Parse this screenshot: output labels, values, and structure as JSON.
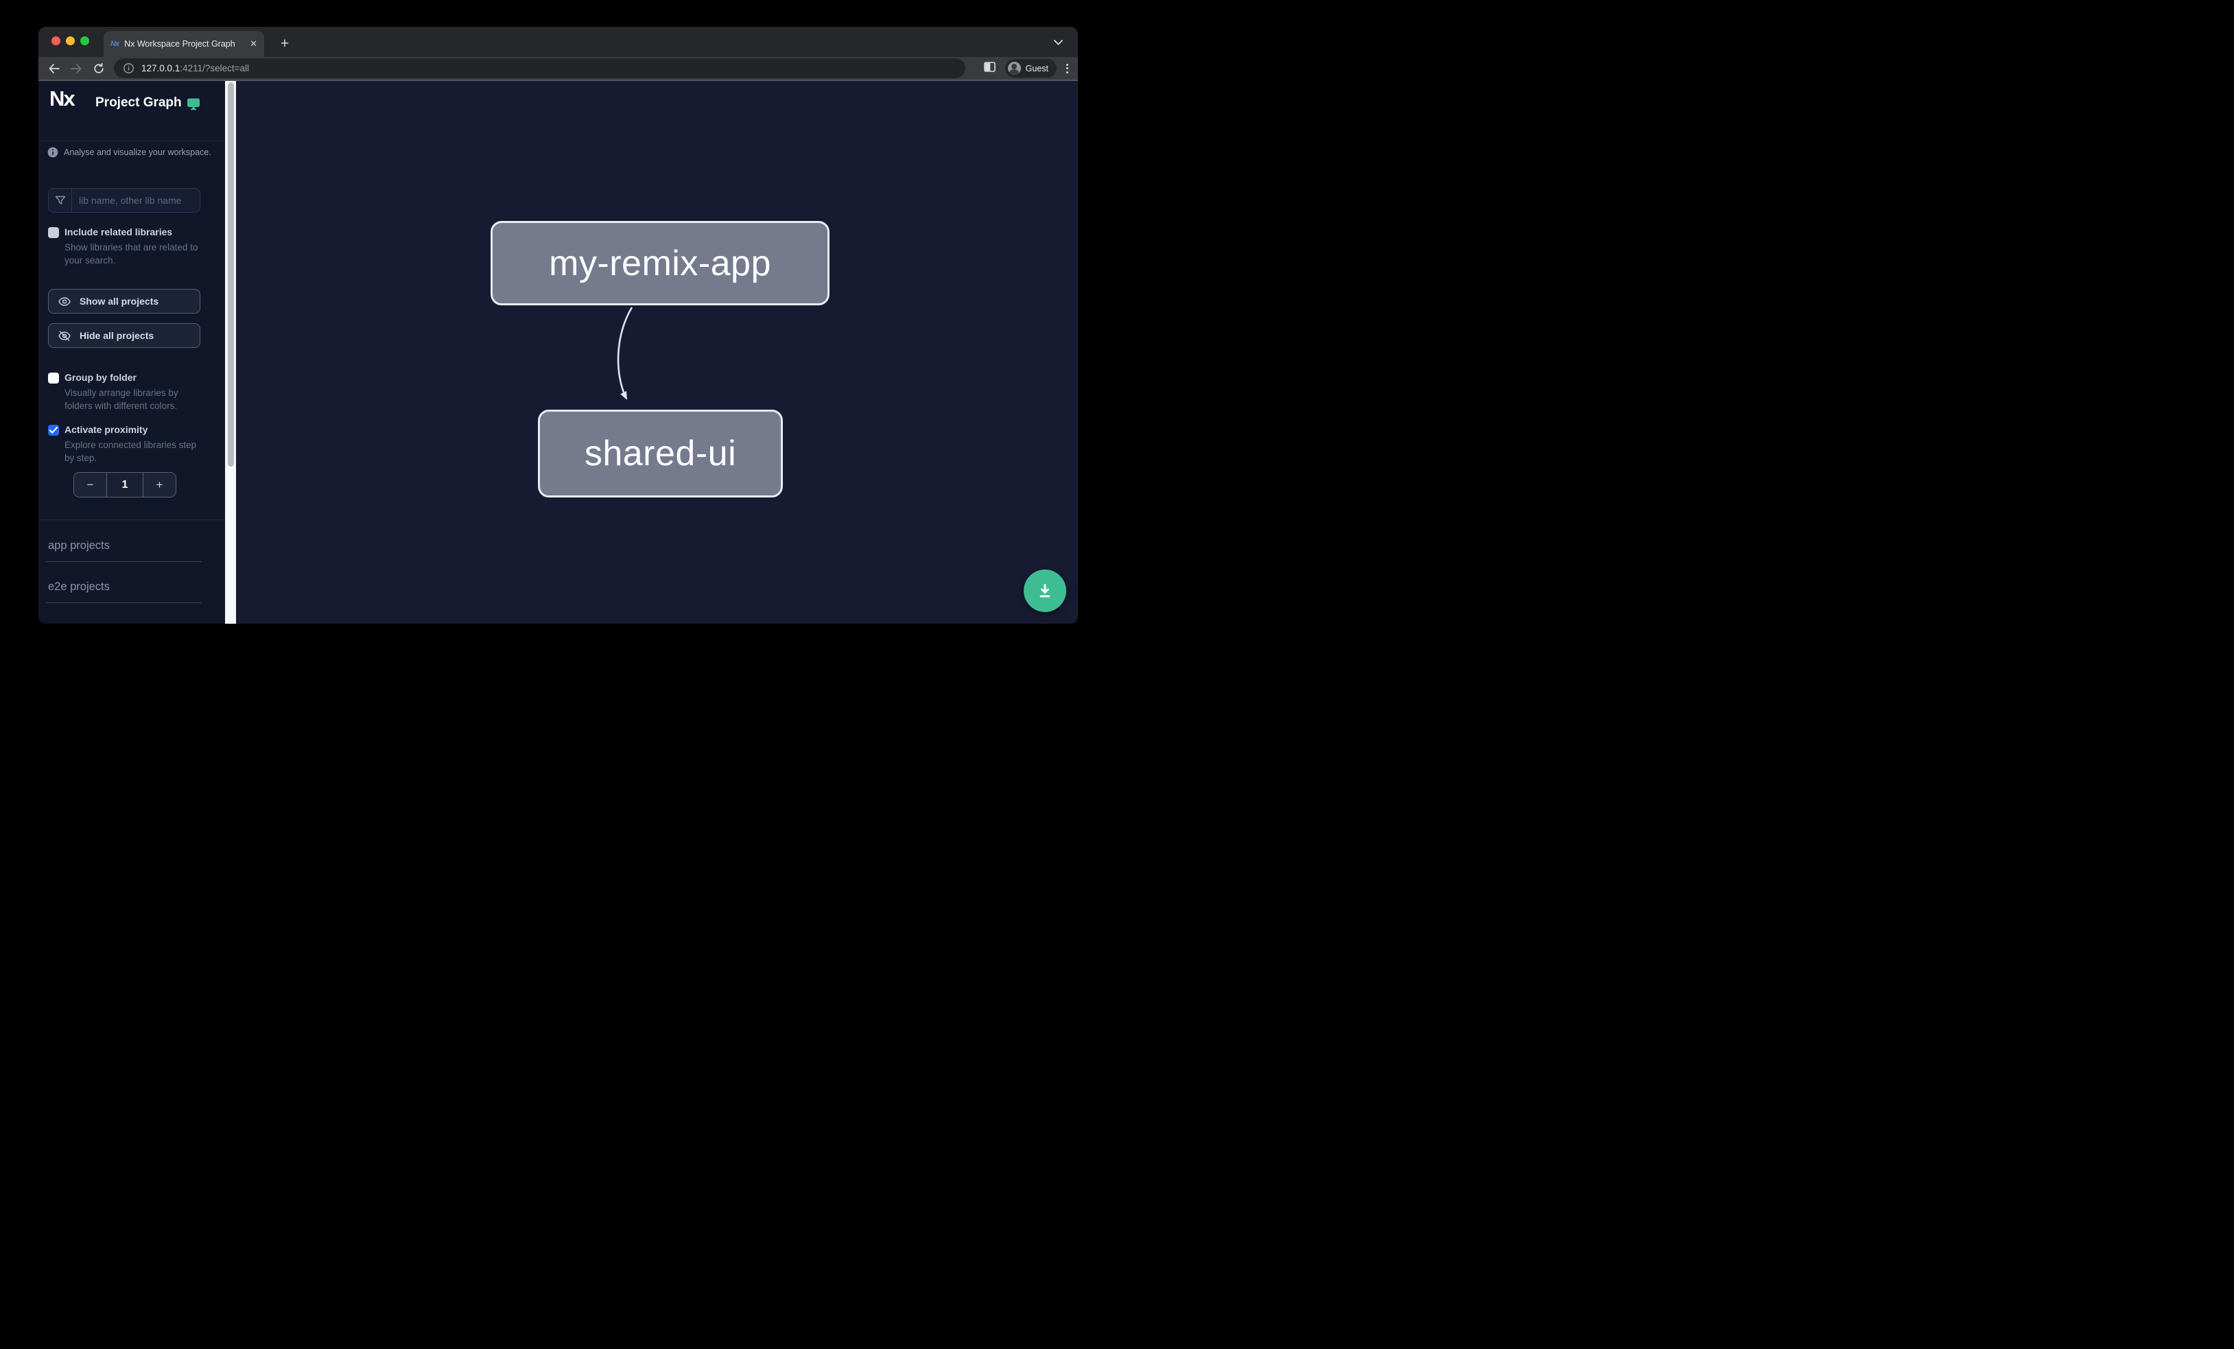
{
  "browser": {
    "tab": {
      "title": "Nx Workspace Project Graph",
      "close_glyph": "✕",
      "new_tab_glyph": "+"
    },
    "address": {
      "host": "127.0.0.1",
      "path": ":4211/?select=all"
    },
    "profile_label": "Guest"
  },
  "sidebar": {
    "logo_text": "Nx",
    "title": "Project Graph",
    "tagline": "Analyse and visualize your workspace.",
    "filter_placeholder": "lib name, other lib name",
    "options": [
      {
        "label": "Include related libraries",
        "description": "Show libraries that are related to\nyour search.",
        "checked": false
      },
      {
        "label": "Group by folder",
        "description": "Visually arrange libraries by\nfolders with different colors.",
        "checked": false
      },
      {
        "label": "Activate proximity",
        "description": "Explore connected libraries step\nby step.",
        "checked": true
      }
    ],
    "actions": [
      {
        "label": "Show all projects"
      },
      {
        "label": "Hide all projects"
      }
    ],
    "stepper": {
      "decrease_glyph": "−",
      "value": "1",
      "increase_glyph": "+"
    },
    "sections": [
      {
        "label": "app projects"
      },
      {
        "label": "e2e projects"
      }
    ]
  },
  "graph": {
    "nodes": [
      {
        "label": "my-remix-app"
      },
      {
        "label": "shared-ui"
      }
    ],
    "edges": [
      {
        "source": "my-remix-app",
        "target": "shared-ui"
      }
    ]
  },
  "colors": {
    "accent_emerald": "#3EBD92",
    "checkbox_checked_blue": "#2169F0",
    "node_fill": "#757B8C",
    "node_border": "#E8EBF2",
    "canvas_bg": "#161B31",
    "sidebar_bg": "#111629"
  }
}
